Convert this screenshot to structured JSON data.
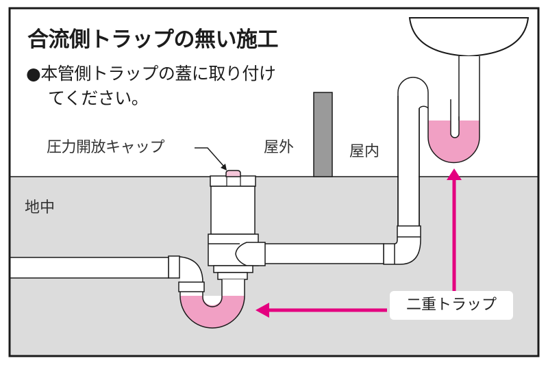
{
  "title": "合流側トラップの無い施工",
  "note": {
    "bullet": "●",
    "line1": "本管側トラップの蓋に取り付け",
    "line2": "てください。"
  },
  "labels": {
    "pressure_cap": "圧力開放キャップ",
    "outdoor": "屋外",
    "indoor": "屋内",
    "underground": "地中",
    "double_trap": "二重トラップ"
  },
  "colors": {
    "ground": "#dcdcdc",
    "water": "#f1a0c4",
    "cap": "#f5c6d9",
    "arrow": "#e4007f",
    "wall": "#9a9a9a",
    "outline": "#1a1a1a"
  }
}
